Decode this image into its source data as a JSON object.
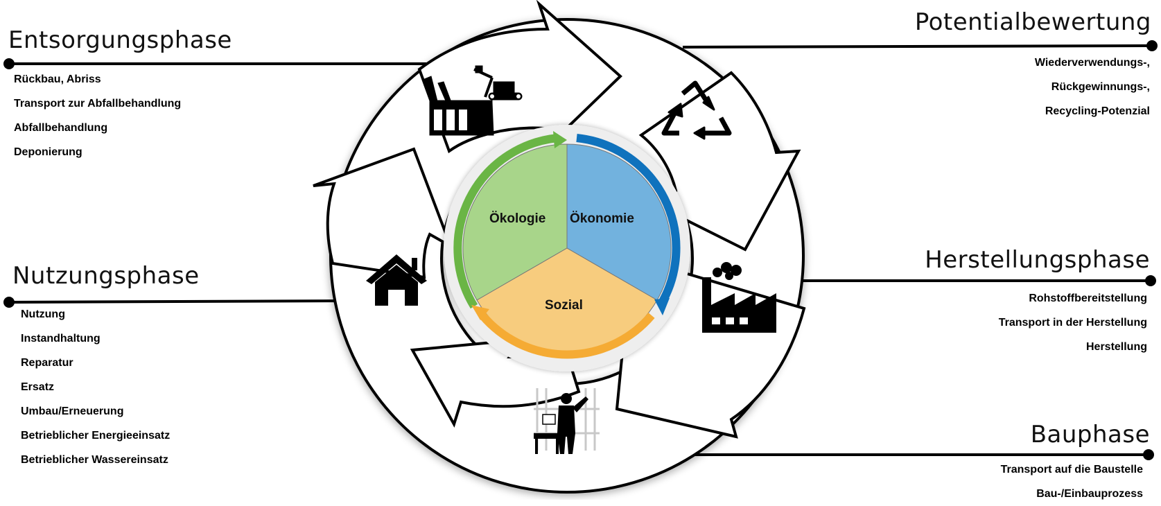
{
  "phases": {
    "entsorgung": {
      "title": "Entsorgungsphase",
      "items": [
        "Rückbau, Abriss",
        "Transport zur Abfallbehandlung",
        "Abfallbehandlung",
        "Deponierung"
      ]
    },
    "nutzung": {
      "title": "Nutzungsphase",
      "items": [
        "Nutzung",
        "Instandhaltung",
        "Reparatur",
        "Ersatz",
        "Umbau/Erneuerung",
        "Betrieblicher Energieeinsatz",
        "Betrieblicher Wassereinsatz"
      ]
    },
    "potential": {
      "title": "Potentialbewertung",
      "items": [
        "Wiederverwendungs-,",
        "Rückgewinnungs-,",
        "Recycling-Potenzial"
      ]
    },
    "herstellung": {
      "title": "Herstellungsphase",
      "items": [
        "Rohstoffbereitstellung",
        "Transport in der Herstellung",
        "Herstellung"
      ]
    },
    "bau": {
      "title": "Bauphase",
      "items": [
        "Transport auf die Baustelle",
        "Bau-/Einbauprozess"
      ]
    }
  },
  "pillars": {
    "oekologie": "Ökologie",
    "oekonomie": "Ökonomie",
    "sozial": "Sozial"
  },
  "colors": {
    "oekologie_fill": "#a8d58a",
    "oekologie_arrow": "#6ab545",
    "oekonomie_fill": "#72b2de",
    "oekonomie_arrow": "#0f72bd",
    "sozial_fill": "#f7cc7e",
    "sozial_arrow": "#f5ab34",
    "outline": "#000000"
  },
  "icons": [
    "demolition-icon",
    "recycling-icon",
    "factory-icon",
    "construction-worker-icon",
    "house-icon"
  ]
}
